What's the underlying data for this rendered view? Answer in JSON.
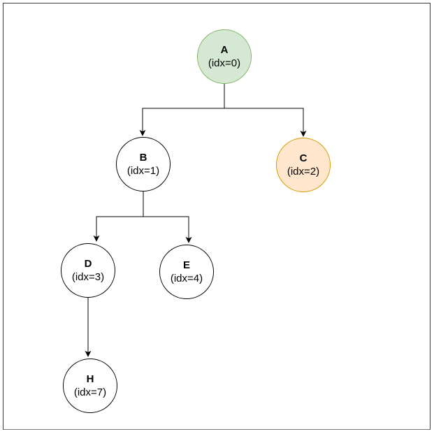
{
  "diagram": {
    "type": "tree",
    "background": "#ffffff",
    "frame_border_color": "#3a3a3a",
    "edge_color": "#000000",
    "nodes": [
      {
        "id": "A",
        "label": "A",
        "idx_label": "(idx=0)",
        "fill": "#d5e8d4",
        "stroke": "#82b366"
      },
      {
        "id": "B",
        "label": "B",
        "idx_label": "(idx=1)",
        "fill": "#ffffff",
        "stroke": "#000000"
      },
      {
        "id": "C",
        "label": "C",
        "idx_label": "(idx=2)",
        "fill": "#ffe6cc",
        "stroke": "#d79b00"
      },
      {
        "id": "D",
        "label": "D",
        "idx_label": "(idx=3)",
        "fill": "#ffffff",
        "stroke": "#000000"
      },
      {
        "id": "E",
        "label": "E",
        "idx_label": "(idx=4)",
        "fill": "#ffffff",
        "stroke": "#000000"
      },
      {
        "id": "H",
        "label": "H",
        "idx_label": "(idx=7)",
        "fill": "#ffffff",
        "stroke": "#000000"
      }
    ],
    "edges": [
      {
        "from": "A",
        "to": "B",
        "style": "orthogonal-arrow"
      },
      {
        "from": "A",
        "to": "C",
        "style": "orthogonal-arrow"
      },
      {
        "from": "B",
        "to": "D",
        "style": "orthogonal-arrow"
      },
      {
        "from": "B",
        "to": "E",
        "style": "orthogonal-arrow"
      },
      {
        "from": "D",
        "to": "H",
        "style": "straight-arrow"
      }
    ]
  }
}
